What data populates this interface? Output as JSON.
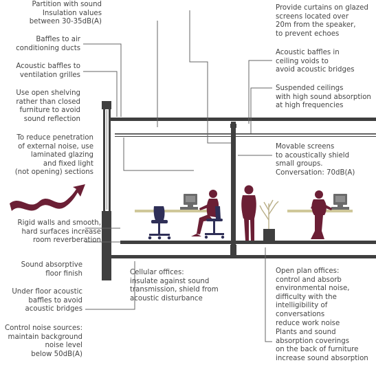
{
  "labels": {
    "partition": [
      "Partition with sound",
      "Insulation values",
      "between 30-35dB(A)"
    ],
    "baffles_air": [
      "Baffles to air",
      "conditioning ducts"
    ],
    "baffles_vent": [
      "Acoustic baffles to",
      "ventilation grilles"
    ],
    "open_shelving": [
      "Use open shelving",
      "rather than closed",
      "furniture to avoid",
      "sound reflection"
    ],
    "external_noise": [
      "To reduce penetration",
      "of external noise, use",
      "laminated glazing",
      "and fixed light",
      "(not opening) sections"
    ],
    "rigid_walls": [
      "Rigid walls and smooth,",
      "hard surfaces increase",
      "room reverberation"
    ],
    "floor_finish": [
      "Sound absorptive",
      "floor finish"
    ],
    "under_floor": [
      "Under floor acoustic",
      "baffles to avoid",
      "acoustic bridges"
    ],
    "control_noise": [
      "Control noise sources:",
      "maintain background",
      "noise level",
      "below 50dB(A)"
    ],
    "curtains": [
      "Provide curtains on glazed",
      "screens located over",
      "20m from the speaker,",
      "to prevent echoes"
    ],
    "ceiling_baffles": [
      "Acoustic baffles in",
      "ceiling voids to",
      "avoid acoustic bridges"
    ],
    "suspended_ceilings": [
      "Suspended ceilings",
      "with high sound absorption",
      "at high frequencies"
    ],
    "movable_screens": [
      "Movable screens",
      "to acoustically shield",
      "small groups.",
      "Conversation: 70dB(A)"
    ],
    "cellular_offices": [
      "Cellular offices:",
      "insulate against sound",
      "transmission, shield from",
      "acoustic disturbance"
    ],
    "open_plan": [
      "Open plan offices:",
      "control and absorb",
      "environmental noise,",
      "difficulty with the",
      "intelligibility of conversations",
      "reduce work noise"
    ],
    "plants": [
      "Plants and sound",
      "absorption coverings",
      "on the back of furniture",
      "increase sound absorption"
    ]
  },
  "colors": {
    "structure": "#3f3f3f",
    "leader": "#666666",
    "accent": "#6b1f35",
    "desk": "#cfc89a",
    "chair": "#2f2f57"
  }
}
